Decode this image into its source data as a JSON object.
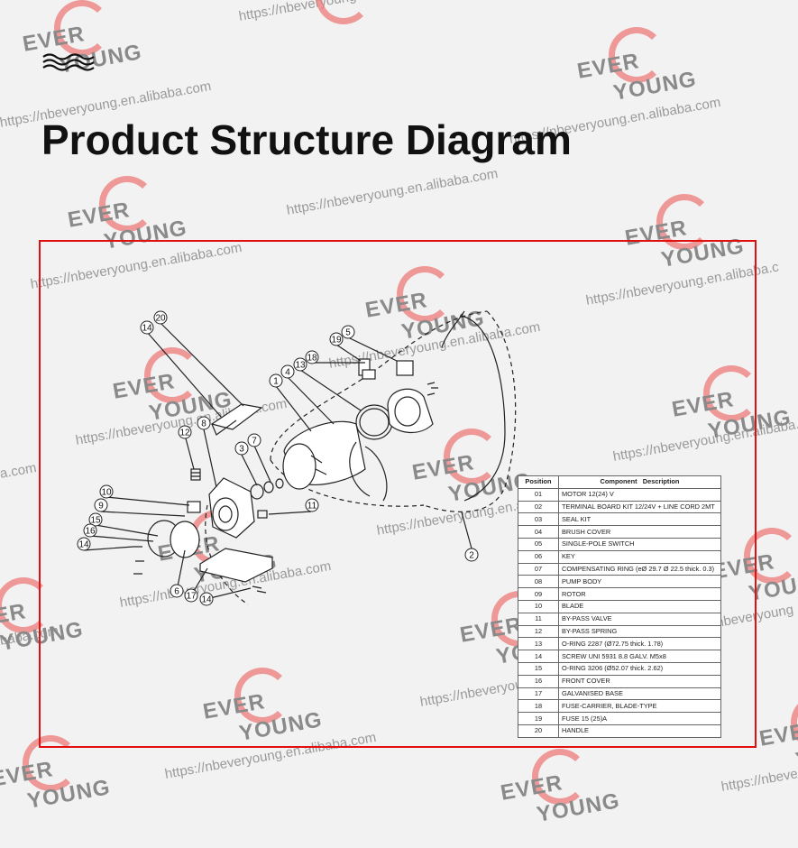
{
  "page": {
    "title": "Product Structure Diagram"
  },
  "watermark": {
    "url_text": "https://nbeveryoung.en.alibaba.com",
    "logo_line1": "EVER",
    "logo_line2": "YOUNG",
    "partial_url_left_1": "a.com",
    "partial_url_left_2": "baba.com",
    "partial_url_right_1": "https://nbeveryoung.en.alibaba.c",
    "partial_url_right_2": "https://nbeveryoung",
    "partial_url_right_3": "https://nbeve",
    "partial_url_right_4": "https://nbeveryoung.en.alibaba.co",
    "partial_url_top_1": "https://nbeveryoung.en.alibaba.com",
    "partial_url_bottom_1": "https://nbe"
  },
  "colors": {
    "frame_border": "#e01010",
    "logo_ring": "#ef7a7a",
    "watermark_text": "#9a9a9a",
    "title_text": "#111111"
  },
  "diagram": {
    "callouts": [
      "20",
      "14",
      "12",
      "8",
      "1",
      "4",
      "13",
      "18",
      "19",
      "5",
      "3",
      "7",
      "10",
      "9",
      "15",
      "16",
      "14",
      "11",
      "6",
      "17",
      "14",
      "2"
    ]
  },
  "parts_table": {
    "headers": {
      "position": "Position",
      "component": "Component",
      "description": "Description"
    },
    "rows": [
      {
        "position": "01",
        "description": "MOTOR 12(24) V"
      },
      {
        "position": "02",
        "description": "TERMINAL BOARD KIT 12/24V + LINE CORD 2MT"
      },
      {
        "position": "03",
        "description": "SEAL KIT"
      },
      {
        "position": "04",
        "description": "BRUSH COVER"
      },
      {
        "position": "05",
        "description": "SINGLE-POLE SWITCH"
      },
      {
        "position": "06",
        "description": "KEY"
      },
      {
        "position": "07",
        "description": "COMPENSATING RING (eØ 29.7 Ø 22.5 thick. 0.3)"
      },
      {
        "position": "08",
        "description": "PUMP BODY"
      },
      {
        "position": "09",
        "description": "ROTOR"
      },
      {
        "position": "10",
        "description": "BLADE"
      },
      {
        "position": "11",
        "description": "BY-PASS VALVE"
      },
      {
        "position": "12",
        "description": "BY-PASS SPRING"
      },
      {
        "position": "13",
        "description": "O-RING 2287 (Ø72.75 thick. 1.78)"
      },
      {
        "position": "14",
        "description": "SCREW UNI 5931 8.8 GALV. M5x8"
      },
      {
        "position": "15",
        "description": "O-RING 3206 (Ø52.07 thick. 2.62)"
      },
      {
        "position": "16",
        "description": "FRONT COVER"
      },
      {
        "position": "17",
        "description": "GALVANISED BASE"
      },
      {
        "position": "18",
        "description": "FUSE-CARRIER, BLADE-TYPE"
      },
      {
        "position": "19",
        "description": "FUSE 15 (25)A"
      },
      {
        "position": "20",
        "description": "HANDLE"
      }
    ]
  }
}
